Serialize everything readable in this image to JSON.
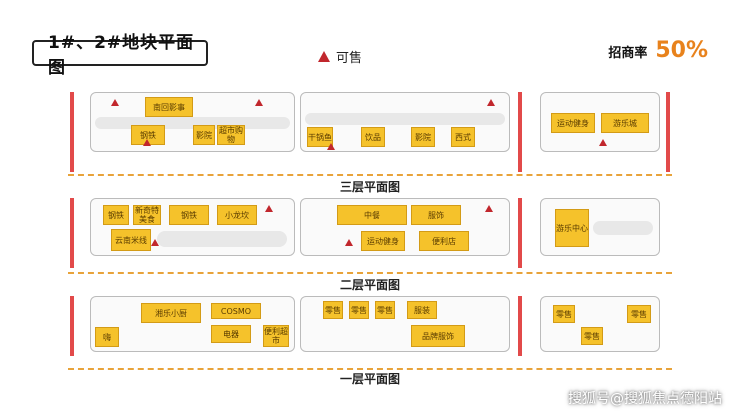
{
  "header": {
    "title": "1#、2#地块平面图",
    "legend_label": "可售",
    "rate_label": "招商率",
    "rate_value": "50%"
  },
  "floors": [
    {
      "name": "三层平面图",
      "shops": [
        "南回影事",
        "钢铁",
        "超市购物",
        "影院",
        "干锅鱼",
        "饮品",
        "影院",
        "西式",
        "运动健身",
        "游乐城"
      ]
    },
    {
      "name": "二层平面图",
      "shops": [
        "钢铁",
        "新奇特美食",
        "钢铁",
        "小龙坎",
        "云南米线",
        "中餐",
        "运动健身",
        "服饰",
        "便利店",
        "游乐中心"
      ]
    },
    {
      "name": "一层平面图",
      "shops": [
        "湘乐小厨",
        "COSMO",
        "嗨",
        "电器",
        "便利超市",
        "零售",
        "零售",
        "零售",
        "服装",
        "品牌服饰",
        "零售",
        "零售",
        "零售"
      ]
    }
  ],
  "watermark": "搜狐号@搜狐焦点德阳站",
  "colors": {
    "shop": "#f5c22b",
    "marker": "#c1272d",
    "accent": "#e8821c",
    "divider": "#e8a33a"
  }
}
